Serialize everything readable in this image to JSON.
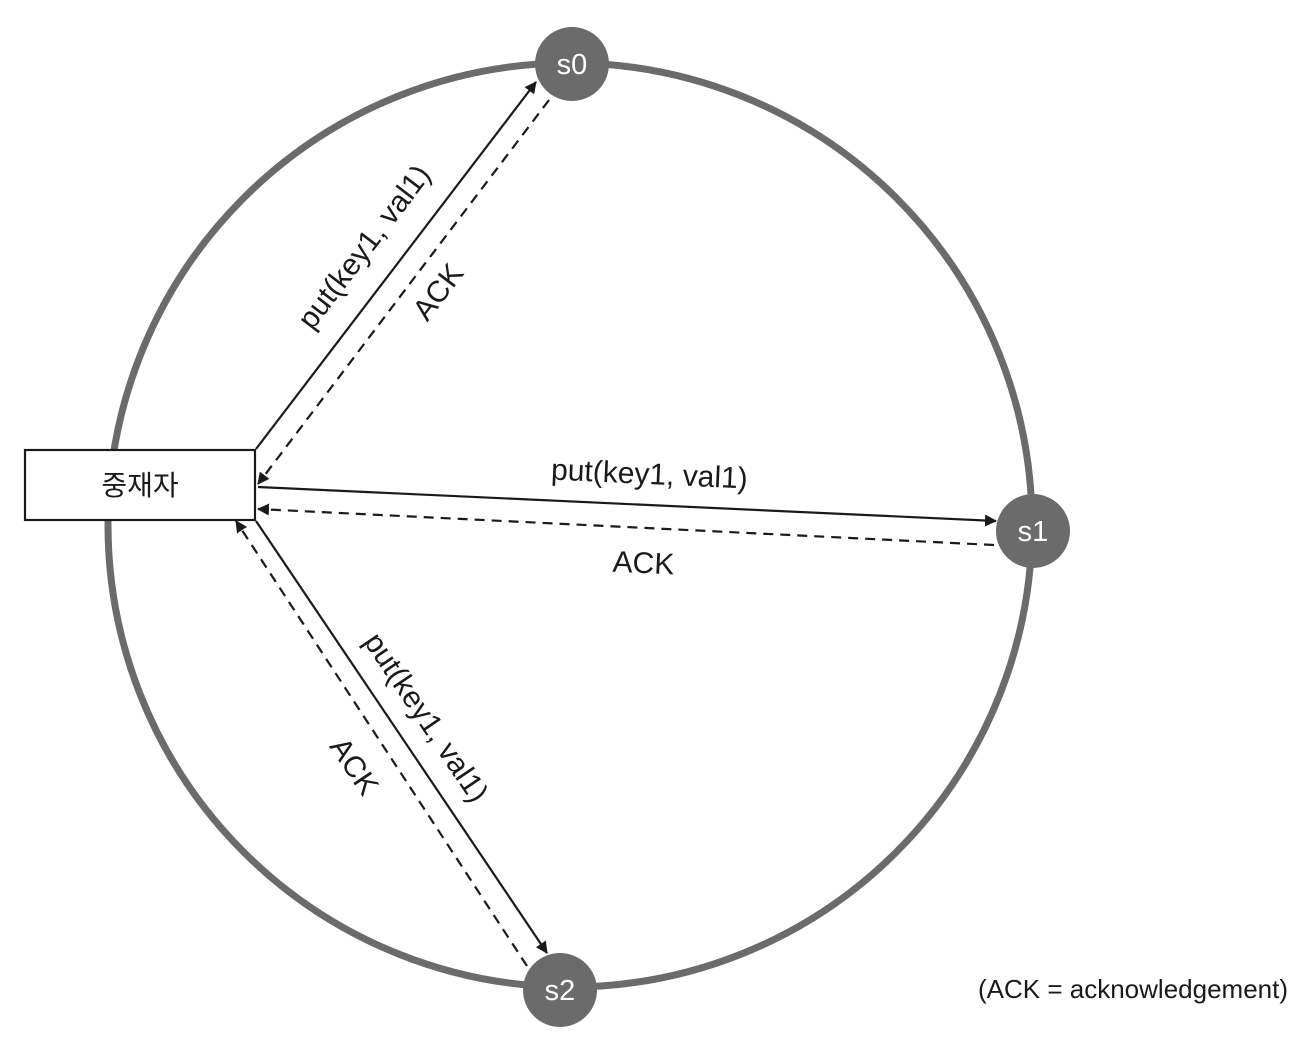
{
  "coordinator": {
    "label": "중재자"
  },
  "nodes": [
    {
      "id": "s0",
      "label": "s0"
    },
    {
      "id": "s1",
      "label": "s1"
    },
    {
      "id": "s2",
      "label": "s2"
    }
  ],
  "messages": {
    "put": "put(key1, val1)",
    "ack": "ACK"
  },
  "note": "(ACK = acknowledgement)",
  "colors": {
    "ring": "#6b6b6b",
    "node_fill": "#6b6b6b",
    "line": "#1a1a1a"
  }
}
